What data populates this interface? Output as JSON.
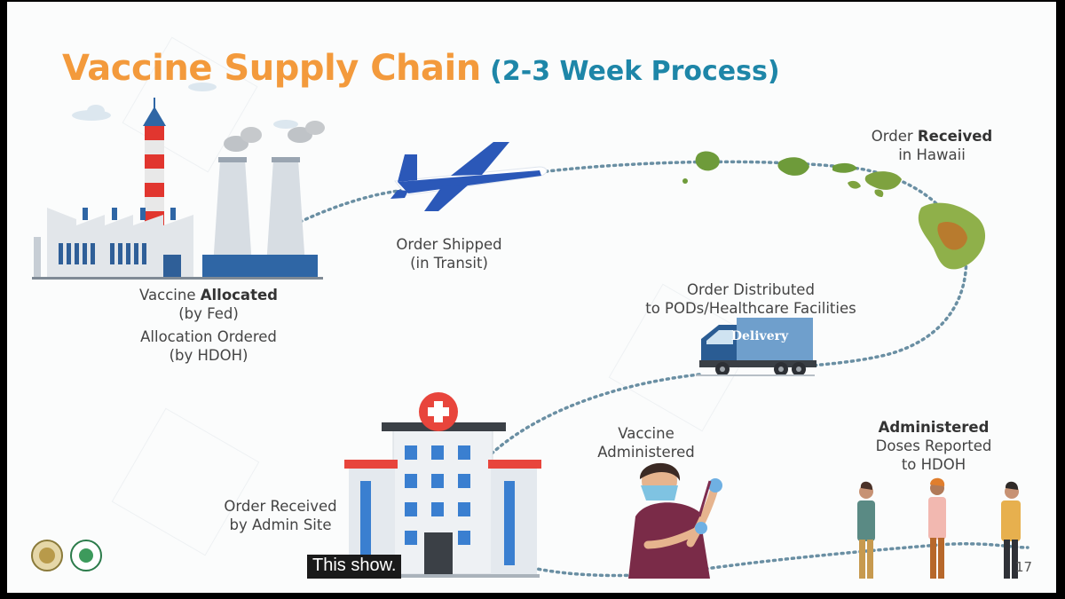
{
  "title": {
    "main": "Vaccine Supply Chain",
    "sub": "(2-3 Week Process)"
  },
  "steps": {
    "allocated": {
      "line1_pre": "Vaccine ",
      "line1_bold": "Allocated",
      "line2": "(by Fed)",
      "line3": "Allocation Ordered",
      "line4": "(by HDOH)"
    },
    "shipped": {
      "line1": "Order Shipped",
      "line2": "(in Transit)"
    },
    "received_hawaii": {
      "line1_pre": "Order ",
      "line1_bold": "Received",
      "line2": "in Hawaii"
    },
    "distributed": {
      "line1": "Order Distributed",
      "line2": "to PODs/Healthcare Facilities"
    },
    "received_admin": {
      "line1": "Order Received",
      "line2": "by Admin Site"
    },
    "administered": {
      "line1": "Vaccine",
      "line2": "Administered"
    },
    "reported": {
      "line1_bold": "Administered",
      "line2": "Doses Reported",
      "line3": "to HDOH"
    }
  },
  "truck": {
    "label": "Delivery"
  },
  "caption": "This show.",
  "page_number": "17",
  "colors": {
    "title_orange": "#f39a3c",
    "title_blue": "#1e86a8",
    "dotted_path": "#6a8fa3",
    "plane_blue": "#2b58b8",
    "truck_blue": "#5b8fbf",
    "hospital_red": "#e8453c"
  },
  "icons": [
    "factory-icon",
    "airplane-icon",
    "hawaii-islands-icon",
    "delivery-truck-icon",
    "hospital-icon",
    "nurse-icon",
    "people-icon",
    "state-seal-icon",
    "health-department-logo-icon"
  ]
}
